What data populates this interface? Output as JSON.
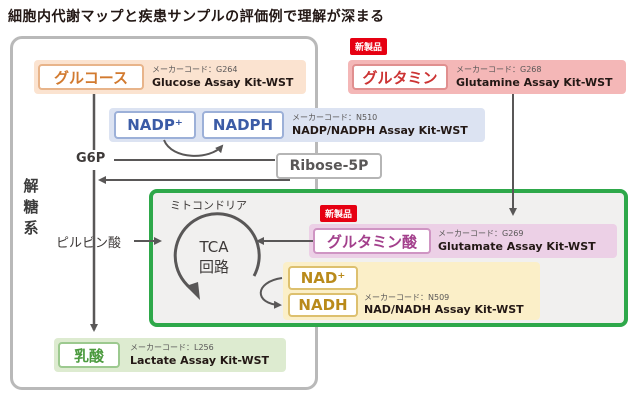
{
  "title": "細胞内代謝マップと疾患サンプルの評価例で理解が深まる",
  "glycolysis_label": "解糖系",
  "mito_label": "ミトコンドリア",
  "new_badge": "新製品",
  "glucose": {
    "chip": "グルコース",
    "code": "メーカーコード：G264",
    "kit": "Glucose Assay Kit-WST"
  },
  "glutamine": {
    "chip": "グルタミン",
    "code": "メーカーコード：G268",
    "kit": "Glutamine Assay Kit-WST"
  },
  "nadp": {
    "chip1": "NADP⁺",
    "chip2": "NADPH",
    "code": "メーカーコード：N510",
    "kit": "NADP/NADPH Assay Kit-WST"
  },
  "g6p": "G6P",
  "ribose": "Ribose-5P",
  "pyruvate": "ピルビン酸",
  "tca": {
    "line1": "TCA",
    "line2": "回路"
  },
  "glutamate": {
    "chip": "グルタミン酸",
    "code": "メーカーコード：G269",
    "kit": "Glutamate Assay Kit-WST"
  },
  "nad": {
    "chip1": "NAD⁺",
    "chip2": "NADH",
    "code": "メーカーコード：N509",
    "kit": "NAD/NADH Assay Kit-WST"
  },
  "lactate": {
    "chip": "乳酸",
    "code": "メーカーコード：L256",
    "kit": "Lactate Assay Kit-WST"
  },
  "colors": {
    "glucose_bg": "#fbe3d0",
    "glucose_accent": "#d27a2f",
    "glutamine_bg": "#f4b7b7",
    "glutamine_accent": "#cc3333",
    "nadp_bg": "#dce3f2",
    "nadp_accent": "#3b5ba6",
    "glutamate_bg": "#ecd0e6",
    "glutamate_accent": "#a3408c",
    "nad_bg": "#fbefc8",
    "nad_accent": "#b98a1a",
    "lactate_bg": "#ddebd0",
    "lactate_accent": "#4b9a3e",
    "mito_border": "#2ea84a",
    "new_badge": "#e60012"
  }
}
